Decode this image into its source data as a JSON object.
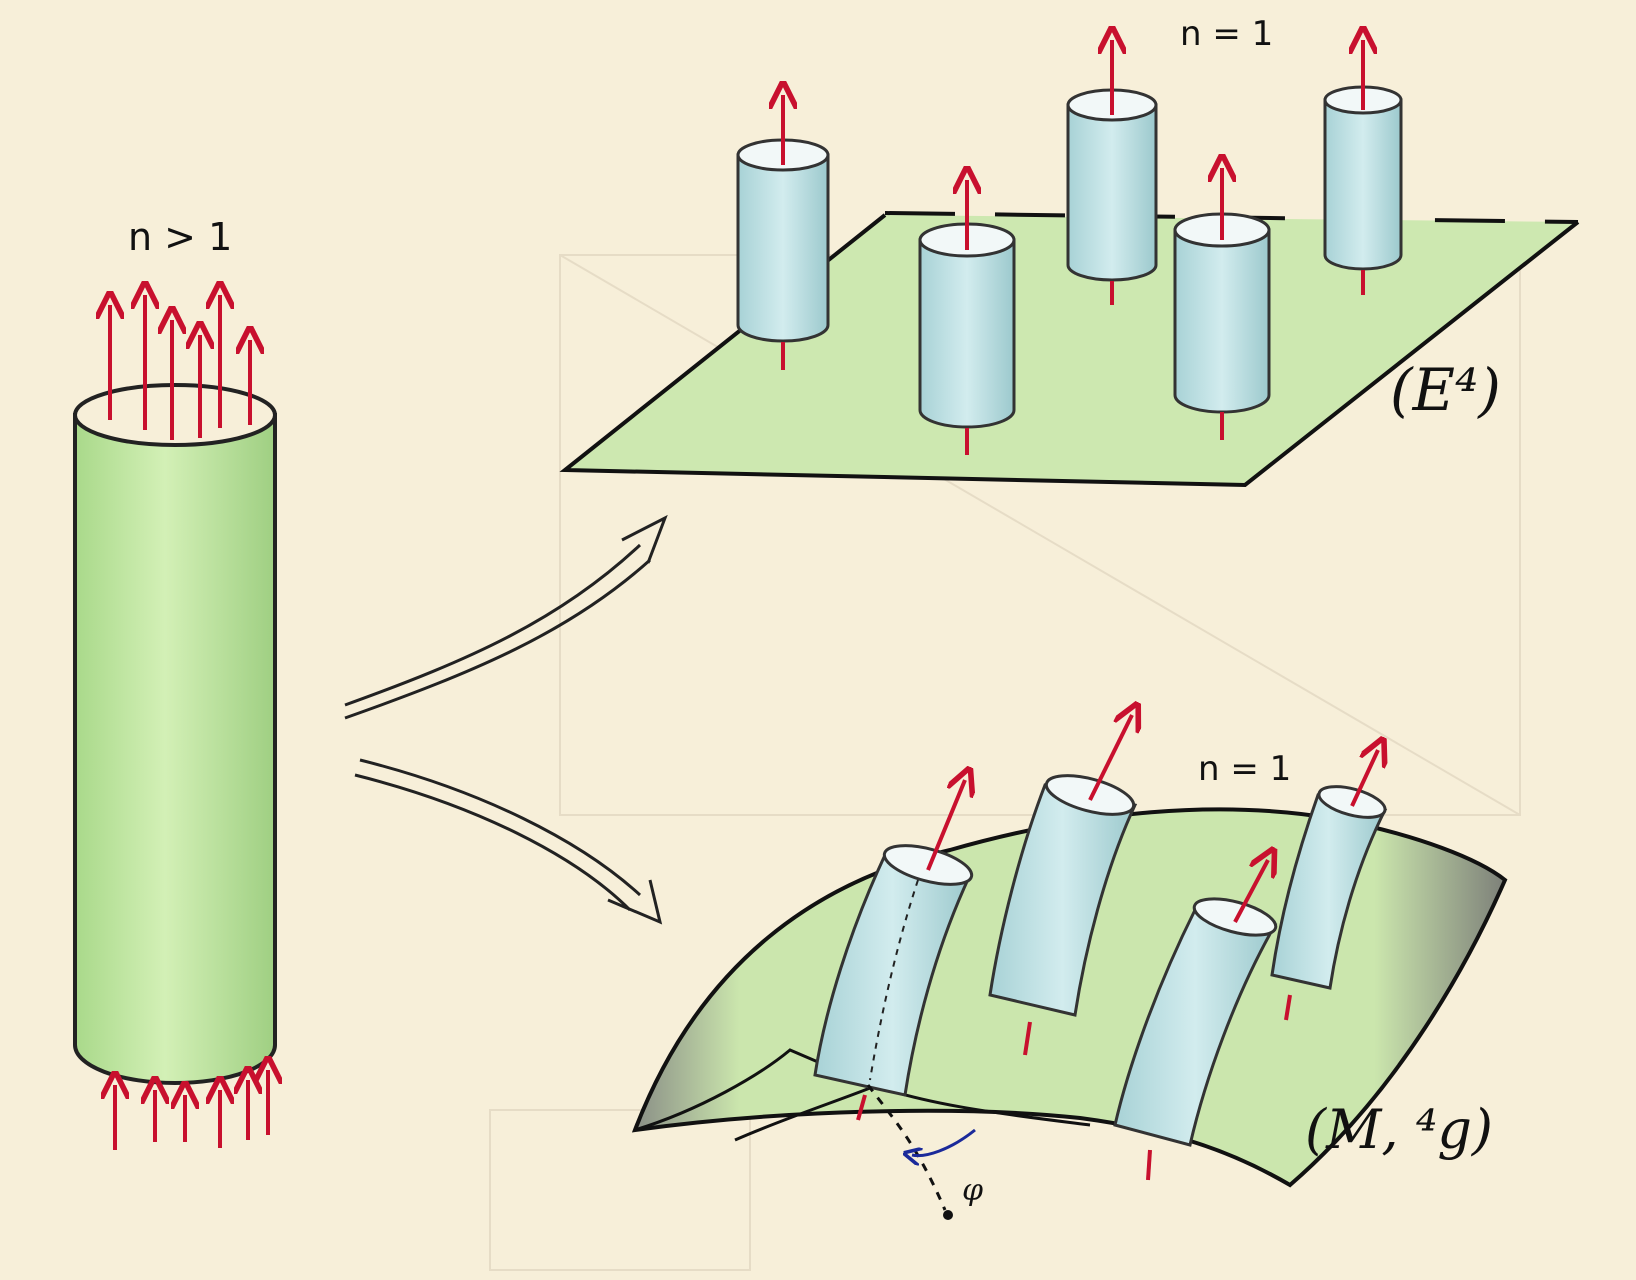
{
  "labels": {
    "big_cylinder": "n > 1",
    "flat_cylinders": "n = 1",
    "curved_cylinders": "n = 1",
    "flat_space": "(E⁴)",
    "curved_space": "(M, ⁴g)",
    "angle": "φ"
  },
  "colors": {
    "paper": "#f7efd9",
    "green_fill": "#c5e6a3",
    "cylinder_blue": "#bfe0e3",
    "arrow_red": "#c8102e",
    "angle_blue": "#1b2a9a",
    "ink": "#111111"
  }
}
